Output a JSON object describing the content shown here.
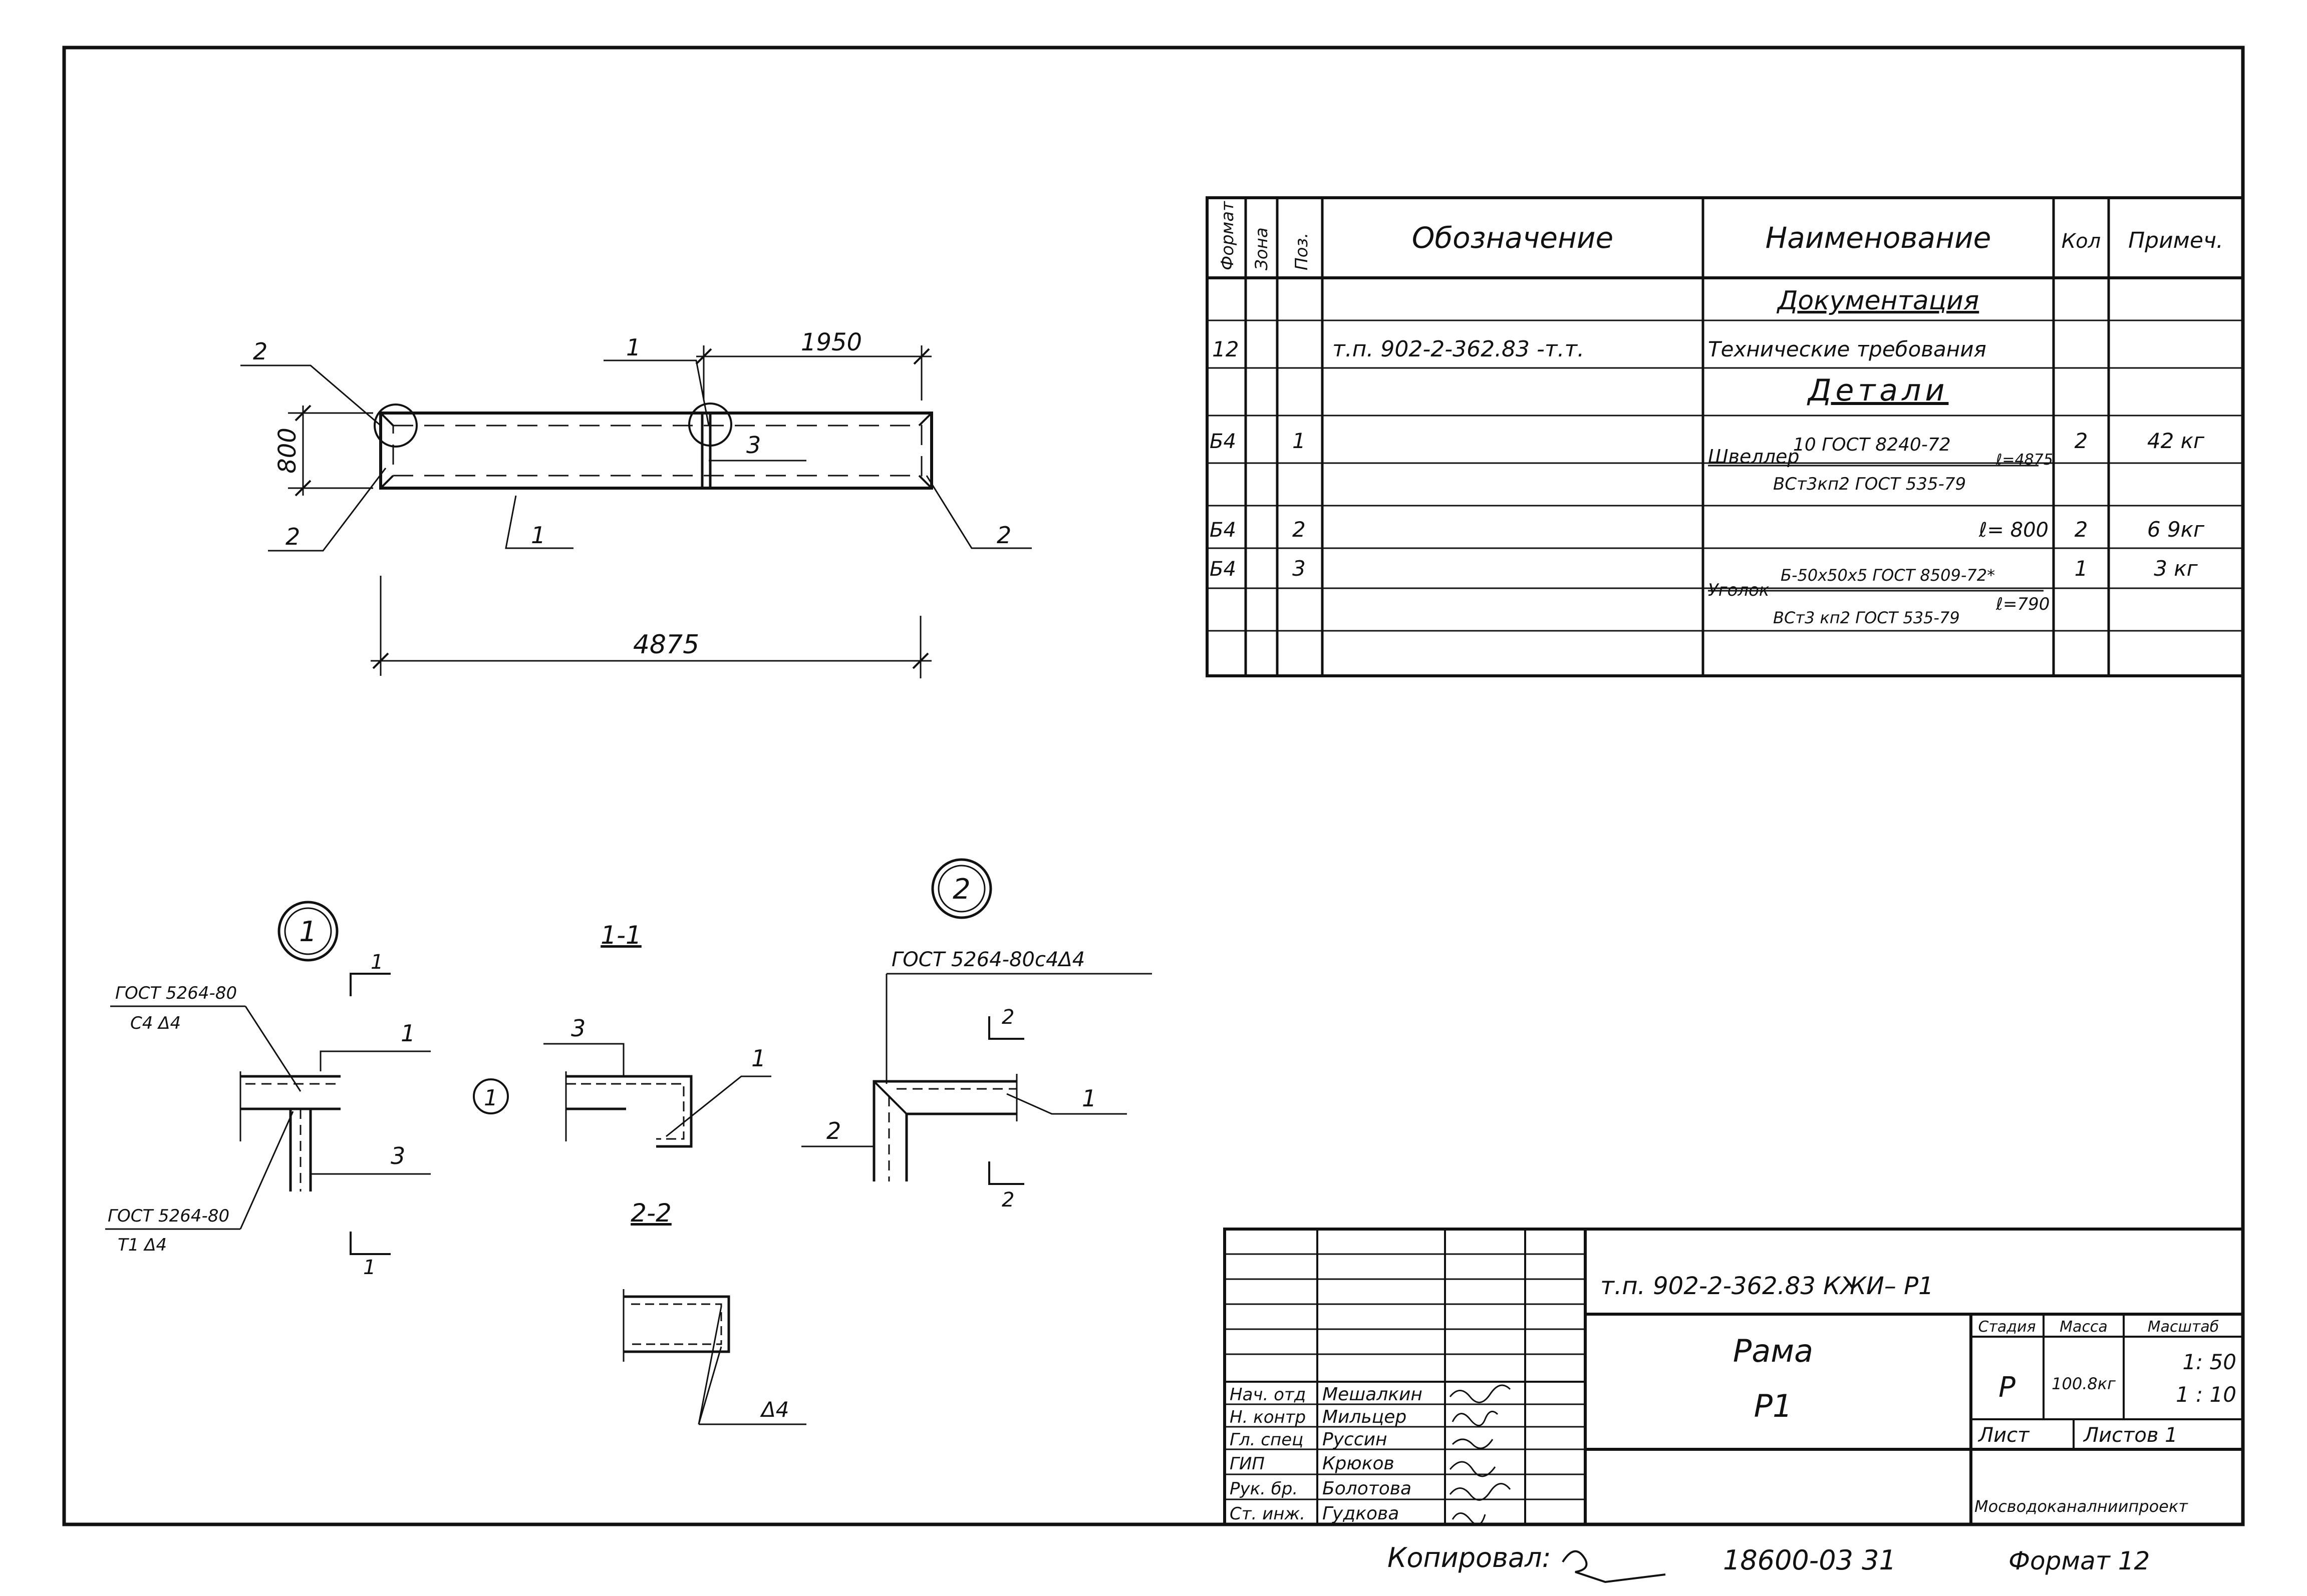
{
  "spec_table": {
    "headers": {
      "format": "Формат",
      "zone": "Зона",
      "pos": "Поз.",
      "designation": "Обозначение",
      "name": "Наименование",
      "qty": "Кол",
      "note": "Примеч."
    },
    "section_documentation": "Документация",
    "section_details": "Детали",
    "rows": [
      {
        "format": "12",
        "zone": "",
        "pos": "",
        "designation": "т.п. 902-2-362.83  -т.т.",
        "name": "Технические требования",
        "qty": "",
        "note": ""
      },
      {
        "format": "Б4",
        "zone": "",
        "pos": "1",
        "name_prefix": "Швеллер",
        "name_top": "10 ГОСТ 8240-72",
        "name_bottom": "ВСт3кп2 ГОСТ 535-79",
        "length": "ℓ=4875",
        "qty": "2",
        "note": "42 кг"
      },
      {
        "format": "Б4",
        "zone": "",
        "pos": "2",
        "length": "ℓ= 800",
        "qty": "2",
        "note": "6 9кг"
      },
      {
        "format": "Б4",
        "zone": "",
        "pos": "3",
        "name_prefix": "Уголок",
        "name_top": "Б-50х50х5 ГОСТ 8509-72*",
        "name_bottom": "ВСт3 кп2 ГОСТ 535-79",
        "length": "ℓ=790",
        "qty": "1",
        "note": "3 кг"
      }
    ]
  },
  "frame_view": {
    "dim_width": "4875",
    "dim_height": "800",
    "dim_offset": "1950",
    "callouts": [
      "2",
      "1",
      "3",
      "2",
      "1",
      "2"
    ]
  },
  "details": {
    "node1_label": "1",
    "node2_label": "2",
    "weld_top_1": "ГОСТ 5264-80",
    "weld_top_2": "С4 Δ4",
    "weld_bot_1": "ГОСТ 5264-80",
    "weld_bot_2": "Т1 Δ4",
    "weld_node2": "ГОСТ 5264-80с4Δ4",
    "section_11": "1-1",
    "section_22": "2-2",
    "weld_leg": "Δ4",
    "cut_mark_1": "1",
    "cut_mark_2": "2",
    "part_1": "1",
    "part_2": "2",
    "part_3": "3"
  },
  "title_block": {
    "code": "т.п. 902-2-362.83   КЖИ– Р1",
    "title_line1": "Рама",
    "title_line2": "Р1",
    "stage_label": "Стадия",
    "mass_label": "Масса",
    "scale_label": "Масштаб",
    "stage": "Р",
    "mass": "100.8кг",
    "scale1": "1: 50",
    "scale2": "1 : 10",
    "sheet_label": "Лист",
    "sheets_label": "Листов 1",
    "org": "Мосводоканалниипроект",
    "people": [
      {
        "role": "Нач. отд",
        "name": "Мешалкин"
      },
      {
        "role": "Н. контр",
        "name": "Мильцер"
      },
      {
        "role": "Гл. спец",
        "name": "Руссин"
      },
      {
        "role": "ГИП",
        "name": "Крюков"
      },
      {
        "role": "Рук. бр.",
        "name": "Болотова"
      },
      {
        "role": "Ст. инж.",
        "name": "Гудкова"
      }
    ]
  },
  "footer": {
    "copied": "Копировал:",
    "number": "18600-03   31",
    "format": "Формат 12"
  }
}
